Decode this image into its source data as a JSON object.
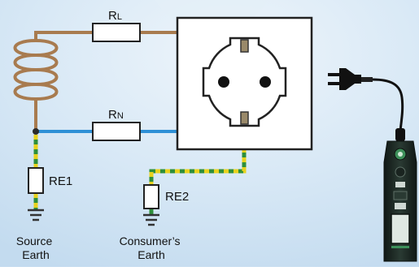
{
  "labels": {
    "rl_main": "R",
    "rl_sub": "L",
    "rn_main": "R",
    "rn_sub": "N",
    "re1": "RE1",
    "re2": "RE2",
    "source_line1": "Source",
    "source_line2": "Earth",
    "consumer_line1": "Consumer’s",
    "consumer_line2": "Earth"
  },
  "colors": {
    "background": "#cfe3f4",
    "phase_wire": "#a87b4f",
    "neutral_wire": "#2e90d6",
    "earth_green": "#2f8f3a",
    "earth_yellow": "#e8d21d",
    "socket_contact": "#9a8a6a",
    "tester_body": "#1e2a24",
    "tester_accent": "#3d8f5a"
  },
  "icons": [
    "plug-icon",
    "ground-symbol-icon",
    "socket-icon",
    "tester-device-icon",
    "coil-icon",
    "resistor-icon"
  ]
}
